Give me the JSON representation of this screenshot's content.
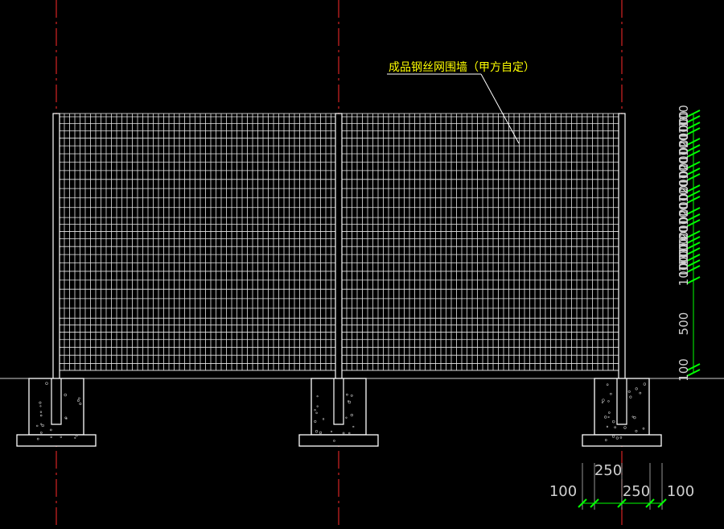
{
  "annotation": {
    "label": "成品钢丝网围墙（甲方自定）"
  },
  "dims": {
    "vertical": [
      "100",
      "100",
      "100",
      "200",
      "100",
      "100",
      "200",
      "100",
      "100",
      "200",
      "100",
      "100",
      "200",
      "100",
      "100",
      "200",
      "100",
      "100",
      "100",
      "100",
      "100",
      "100",
      "100",
      "500",
      "100"
    ],
    "horizontal_top": "250",
    "horizontal_bottom": [
      "100",
      "250",
      "100"
    ]
  },
  "colors": {
    "background": "#000000",
    "linework": "#ffffff",
    "centerline": "#ff2a2a",
    "annotation": "#ffff00",
    "dimension_tick": "#00ff00",
    "dimension_text": "#d0d0d0"
  }
}
